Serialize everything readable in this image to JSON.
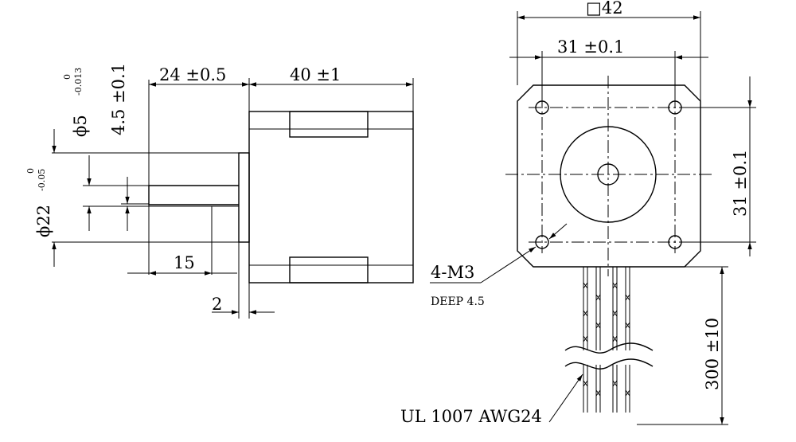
{
  "side_view": {
    "shaft_diameter": "ϕ5",
    "shaft_tol_upper": "0",
    "shaft_tol_lower": "-0.013",
    "flat_depth": "4.5 ±0.1",
    "boss_diameter": "ϕ22",
    "boss_tol_upper": "0",
    "boss_tol_lower": "-0.05",
    "shaft_length": "24 ±0.5",
    "body_length": "40 ±1",
    "flat_length": "15",
    "boss_height": "2"
  },
  "front_view": {
    "frame_size": "□42",
    "hole_spacing_h": "31 ±0.1",
    "hole_spacing_v": "31 ±0.1",
    "hole_callout": "4-M3",
    "hole_depth": "DEEP 4.5",
    "lead_length": "300 ±10",
    "wire_spec": "UL 1007 AWG24"
  }
}
